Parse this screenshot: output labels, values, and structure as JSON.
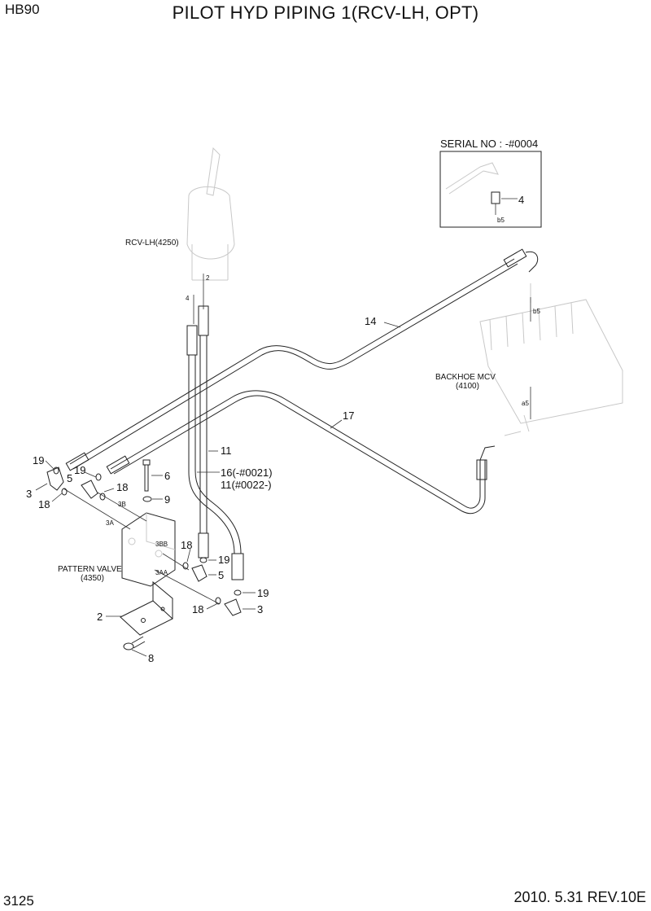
{
  "header": {
    "model": "HB90",
    "title": "PILOT HYD PIPING 1(RCV-LH, OPT)"
  },
  "footer": {
    "page_number": "3125",
    "revision": "2010. 5.31  REV.10E"
  },
  "inset": {
    "serial": "SERIAL NO : -#0004",
    "part": "4",
    "port": "b5"
  },
  "components": {
    "rcv": "RCV-LH(4250)",
    "backhoe_mcv": "BACKHOE MCV",
    "backhoe_mcv_code": "(4100)",
    "pattern_valve": "PATTERN VALVE",
    "pattern_valve_code": "(4350)"
  },
  "ports": {
    "rcv_2": "2",
    "rcv_4": "4",
    "mcv_b5": "b5",
    "mcv_a5": "a5",
    "p3a": "3A",
    "p3b": "3B",
    "p3bb": "3BB",
    "p3aa": "3AA"
  },
  "parts": {
    "p14": "14",
    "p17": "17",
    "p11": "11",
    "p16": "16(-#0021)",
    "p11b": "11(#0022-)",
    "p6": "6",
    "p9": "9",
    "p19a": "19",
    "p19b": "19",
    "p19c": "19",
    "p19d": "19",
    "p5a": "5",
    "p5b": "5",
    "p18a": "18",
    "p18b": "18",
    "p18c": "18",
    "p18d": "18",
    "p3a": "3",
    "p3b": "3",
    "p2": "2",
    "p8": "8"
  }
}
